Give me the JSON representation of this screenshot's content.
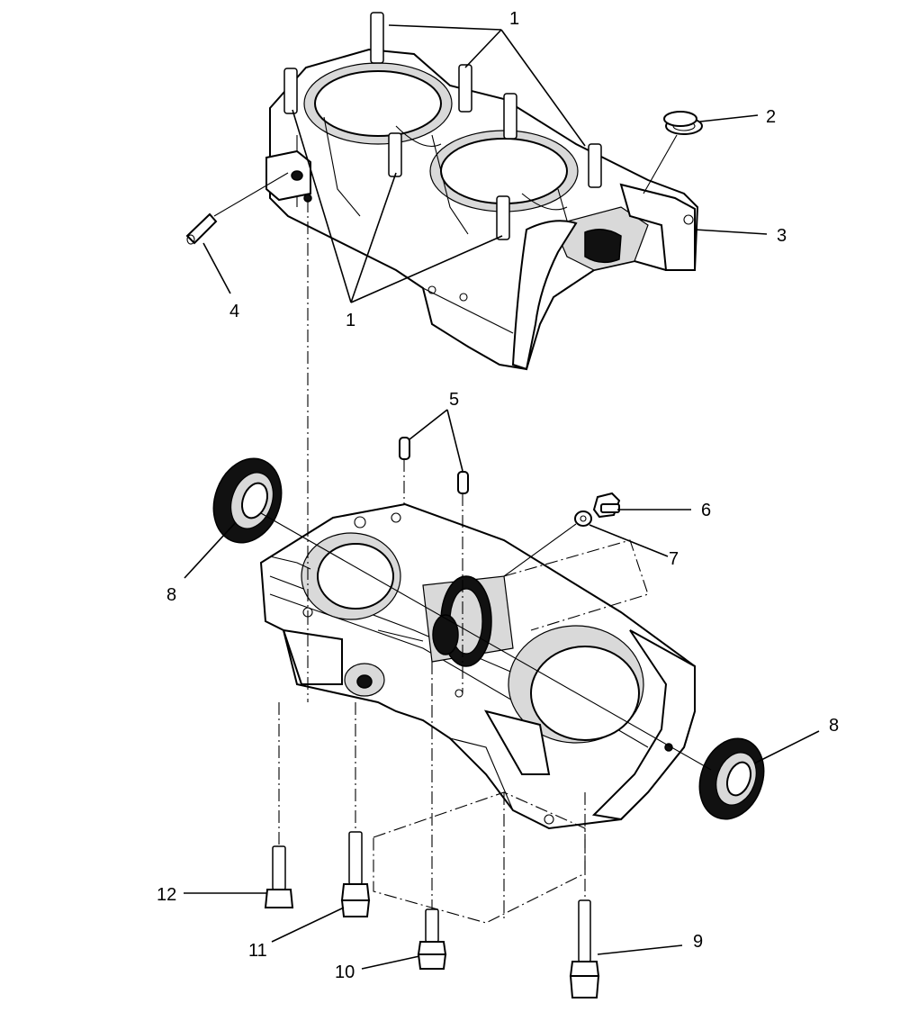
{
  "diagram": {
    "callouts": [
      {
        "id": "1-top",
        "label": "1"
      },
      {
        "id": "2",
        "label": "2"
      },
      {
        "id": "3",
        "label": "3"
      },
      {
        "id": "4",
        "label": "4"
      },
      {
        "id": "1-bottom",
        "label": "1"
      },
      {
        "id": "5",
        "label": "5"
      },
      {
        "id": "6",
        "label": "6"
      },
      {
        "id": "7",
        "label": "7"
      },
      {
        "id": "8-left",
        "label": "8"
      },
      {
        "id": "8-right",
        "label": "8"
      },
      {
        "id": "9",
        "label": "9"
      },
      {
        "id": "10",
        "label": "10"
      },
      {
        "id": "11",
        "label": "11"
      },
      {
        "id": "12",
        "label": "12"
      }
    ]
  }
}
